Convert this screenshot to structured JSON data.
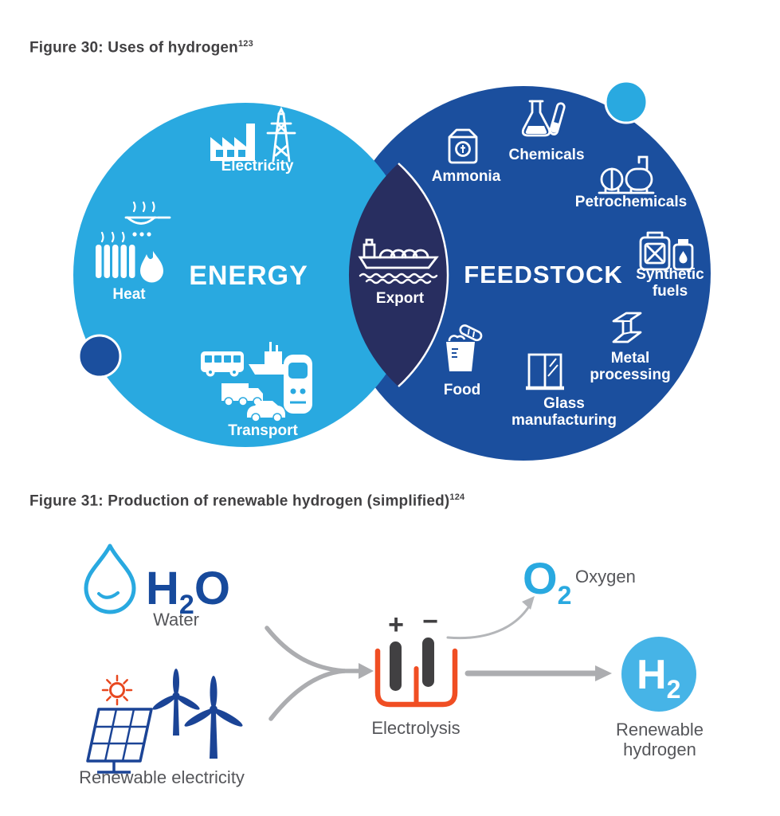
{
  "fig30": {
    "title": "Figure 30: Uses of hydrogen",
    "footnote": "123",
    "energy": {
      "title": "ENERGY",
      "electricity": "Electricity",
      "heat": "Heat",
      "transport": "Transport"
    },
    "export": {
      "label": "Export"
    },
    "feedstock": {
      "title": "FEEDSTOCK",
      "ammonia": "Ammonia",
      "chemicals": "Chemicals",
      "petrochemicals": "Petrochemicals",
      "synthetic_fuels_line1": "Synthetic",
      "synthetic_fuels_line2": "fuels",
      "metal_line1": "Metal",
      "metal_line2": "processing",
      "glass_line1": "Glass",
      "glass_line2": "manufacturing",
      "food": "Food"
    },
    "colors": {
      "energy_circle": "#29A9E0",
      "feedstock_circle": "#1B4F9E",
      "overlap_lens": "#282E60"
    }
  },
  "fig31": {
    "title": "Figure 31: Production of renewable hydrogen (simplified)",
    "footnote": "124",
    "water": {
      "h": "H",
      "sub": "2",
      "o": "O",
      "label": "Water"
    },
    "renewable_electricity": {
      "label": "Renewable electricity"
    },
    "electrolysis": {
      "plus": "+",
      "minus": "−",
      "label": "Electrolysis"
    },
    "oxygen": {
      "symbol": "O",
      "sub": "2",
      "label": "Oxygen"
    },
    "hydrogen": {
      "symbol": "H",
      "sub": "2",
      "label_line1": "Renewable",
      "label_line2": "hydrogen"
    },
    "colors": {
      "water_blue": "#29A9E0",
      "formula_blue": "#174A9C",
      "electrolysis_orange": "#F04E23",
      "hydrogen_circle": "#46B4E7",
      "arrow_gray": "#ACADB0"
    }
  }
}
